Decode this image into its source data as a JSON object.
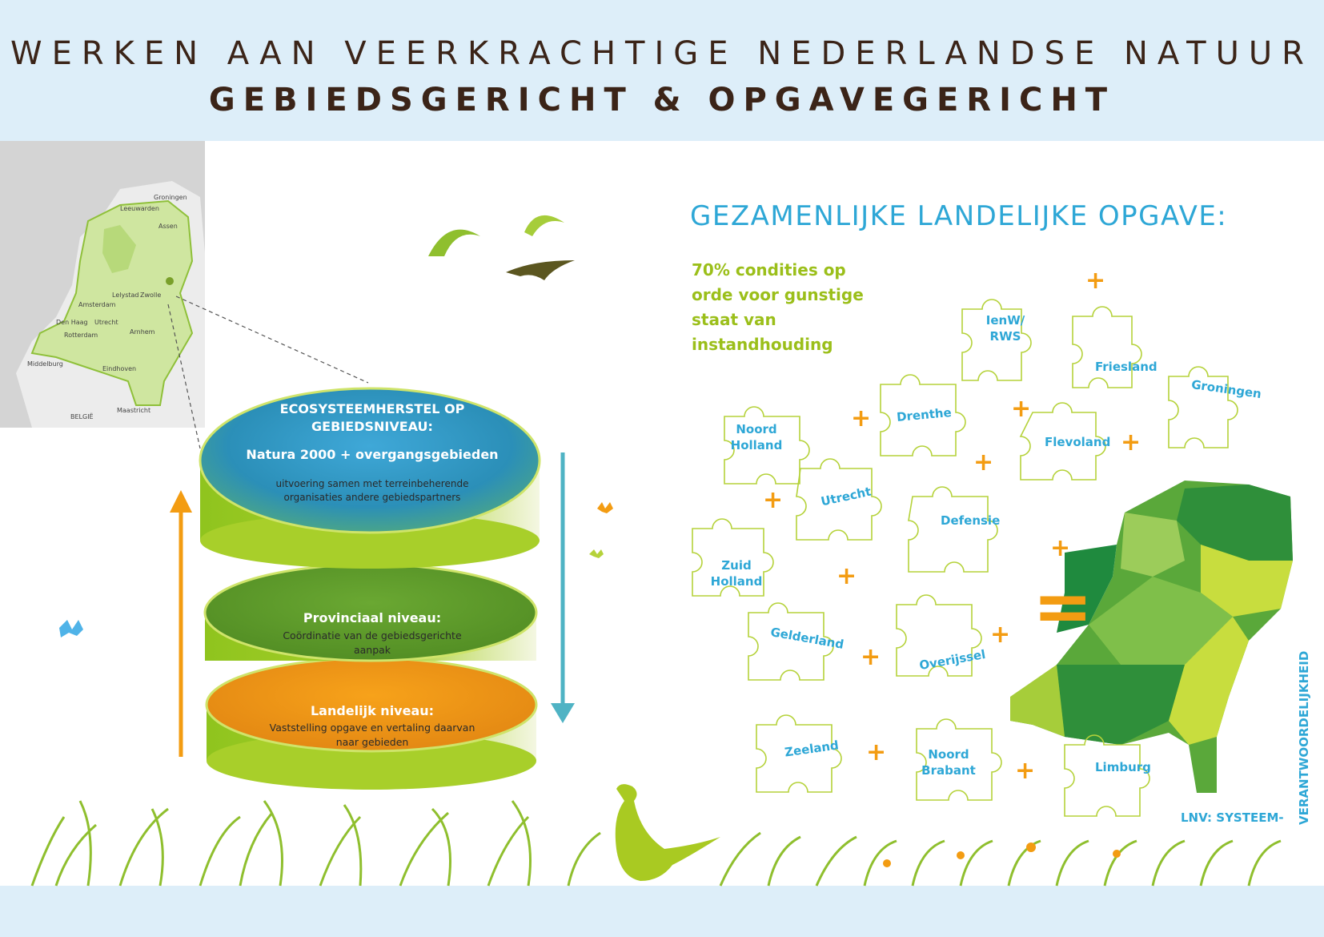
{
  "header": {
    "title": "WERKEN AAN VEERKRACHTIGE NEDERLANDSE NATUUR",
    "subtitle": "GEBIEDSGERICHT & OPGAVEGERICHT"
  },
  "inset_map": {
    "places": [
      "Groningen",
      "Leeuwarden",
      "Assen",
      "Lelystad",
      "Zwolle",
      "Amsterdam",
      "Den Haag",
      "Utrecht",
      "Rotterdam",
      "Arnhem",
      "Middelburg",
      "Eindhoven",
      "BELGIË",
      "Maastricht"
    ]
  },
  "levels": {
    "top": {
      "title": "ECOSYSTEEMHERSTEL OP GEBIEDSNIVEAU:",
      "subtitle": "Natura 2000  + overgangsgebieden",
      "body": "uitvoering samen met terreinbeherende organisaties andere gebiedspartners"
    },
    "middle": {
      "title": "Provinciaal niveau:",
      "body": "Coördinatie van de gebiedsgerichte aanpak"
    },
    "bottom": {
      "title": "Landelijk niveau:",
      "body": "Vaststelling opgave en vertaling daarvan naar gebieden"
    }
  },
  "right": {
    "heading": "GEZAMENLIJKE LANDELIJKE OPGAVE:",
    "goal": "70% condities op orde voor gunstige staat van instandhouding",
    "pieces": [
      "IenW/ RWS",
      "Friesland",
      "Groningen",
      "Noord Holland",
      "Drenthe",
      "Flevoland",
      "Utrecht",
      "Defensie",
      "Zuid Holland",
      "Gelderland",
      "Overijssel",
      "Zeeland",
      "Noord Brabant",
      "Limburg"
    ],
    "plus_sign": "+",
    "equals_sign": "=",
    "lnv_line1": "LNV: SYSTEEM-",
    "lnv_line2": "VERANTWOORDELIJKHEID"
  },
  "colors": {
    "title_brown": "#3b2418",
    "accent_blue": "#2ea7d6",
    "lime": "#9bbf1a",
    "orange": "#f39c12",
    "band": "#ddeef9"
  },
  "icons": [
    "bird-icon",
    "butterfly-icon",
    "pheasant-icon",
    "grass-icon",
    "arrow-up-icon",
    "arrow-down-icon"
  ]
}
